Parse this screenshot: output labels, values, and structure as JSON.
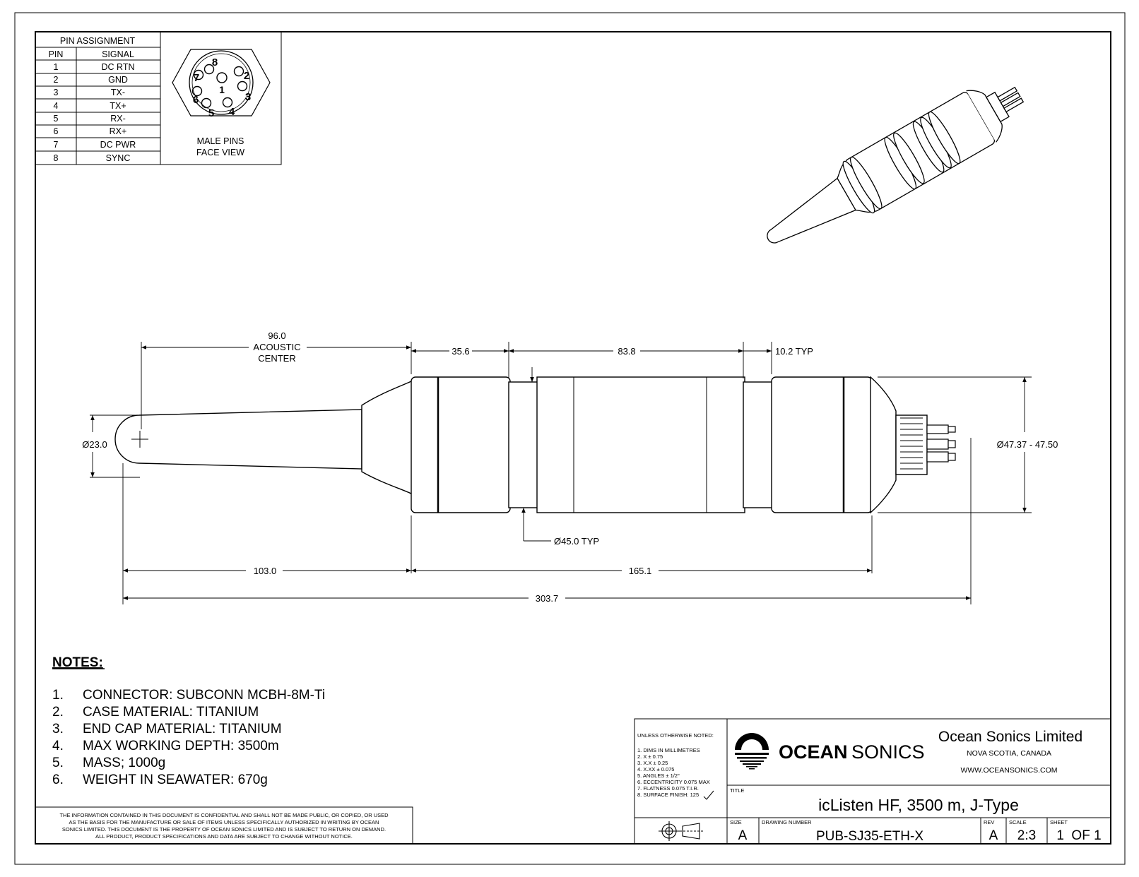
{
  "pin_table": {
    "title": "PIN ASSIGNMENT",
    "headers": [
      "PIN",
      "SIGNAL"
    ],
    "rows": [
      {
        "pin": "1",
        "signal": "DC RTN"
      },
      {
        "pin": "2",
        "signal": "GND"
      },
      {
        "pin": "3",
        "signal": "TX-"
      },
      {
        "pin": "4",
        "signal": "TX+"
      },
      {
        "pin": "5",
        "signal": "RX-"
      },
      {
        "pin": "6",
        "signal": "RX+"
      },
      {
        "pin": "7",
        "signal": "DC PWR"
      },
      {
        "pin": "8",
        "signal": "SYNC"
      }
    ],
    "connector_numbers": [
      "1",
      "2",
      "3",
      "4",
      "5",
      "6",
      "7",
      "8"
    ],
    "view_label_1": "MALE PINS",
    "view_label_2": "FACE VIEW"
  },
  "dimensions": {
    "acoustic_value": "96.0",
    "acoustic_line1": "ACOUSTIC",
    "acoustic_line2": "CENTER",
    "d1": "35.6",
    "d2": "83.8",
    "d3": "10.2 TYP",
    "tip_dia": "Ø23.0",
    "body_dia": "Ø47.37 - 47.50",
    "groove_dia": "Ø45.0 TYP",
    "len_tip": "103.0",
    "len_body": "165.1",
    "len_total": "303.7"
  },
  "notes": {
    "heading": "NOTES:",
    "items": [
      {
        "num": "1.",
        "text": "CONNECTOR:  SUBCONN MCBH-8M-Ti"
      },
      {
        "num": "2.",
        "text": "CASE MATERIAL:  TITANIUM"
      },
      {
        "num": "3.",
        "text": "END CAP MATERIAL:  TITANIUM"
      },
      {
        "num": "4.",
        "text": "MAX WORKING DEPTH:  3500m"
      },
      {
        "num": "5.",
        "text": "MASS;  1000g"
      },
      {
        "num": "6.",
        "text": "WEIGHT IN SEAWATER:  670g"
      }
    ]
  },
  "disclaimer": [
    "THE INFORMATION CONTAINED IN THIS DOCUMENT IS CONFIDENTIAL AND SHALL NOT BE MADE PUBLIC, OR COPIED, OR USED",
    "AS THE BASIS FOR THE MANUFACTURE OR SALE OF ITEMS UNLESS SPECIFICALLY AUTHORIZED IN WRITING BY OCEAN",
    "SONICS LIMITED. THIS DOCUMENT IS THE PROPERTY OF OCEAN SONICS LIMITED AND IS SUBJECT TO RETURN ON DEMAND.",
    "ALL PRODUCT, PRODUCT SPECIFICATIONS AND DATA ARE SUBJECT TO CHANGE WITHOUT NOTICE."
  ],
  "title_block": {
    "tolerance_heading": "UNLESS OTHERWISE NOTED:",
    "tolerances": [
      "1. DIMS IN MILLIMETRES",
      "2. X  ± 0.75",
      "3. X.X  ± 0.25",
      "4. X.XX ± 0.075",
      "5. ANGLES ± 1/2°",
      "6. ECCENTRICITY 0.075 MAX",
      "7. FLATNESS 0.075 T.I.R.",
      "8. SURFACE FINISH:  125"
    ],
    "logo_bold": "OCEAN",
    "logo_light": "SONICS",
    "company": "Ocean Sonics Limited",
    "location": "NOVA SCOTIA, CANADA",
    "website": "WWW.OCEANSONICS.COM",
    "title_label": "TITLE",
    "title": "icListen HF, 3500 m, J-Type",
    "size_label": "SIZE",
    "size": "A",
    "drawing_number_label": "DRAWING NUMBER",
    "drawing_number": "PUB-SJ35-ETH-X",
    "rev_label": "REV",
    "rev": "A",
    "scale_label": "SCALE",
    "scale": "2:3",
    "sheet_label": "SHEET",
    "sheet": "1  OF 1"
  },
  "colors": {
    "line": "#000000",
    "paper": "#ffffff"
  }
}
